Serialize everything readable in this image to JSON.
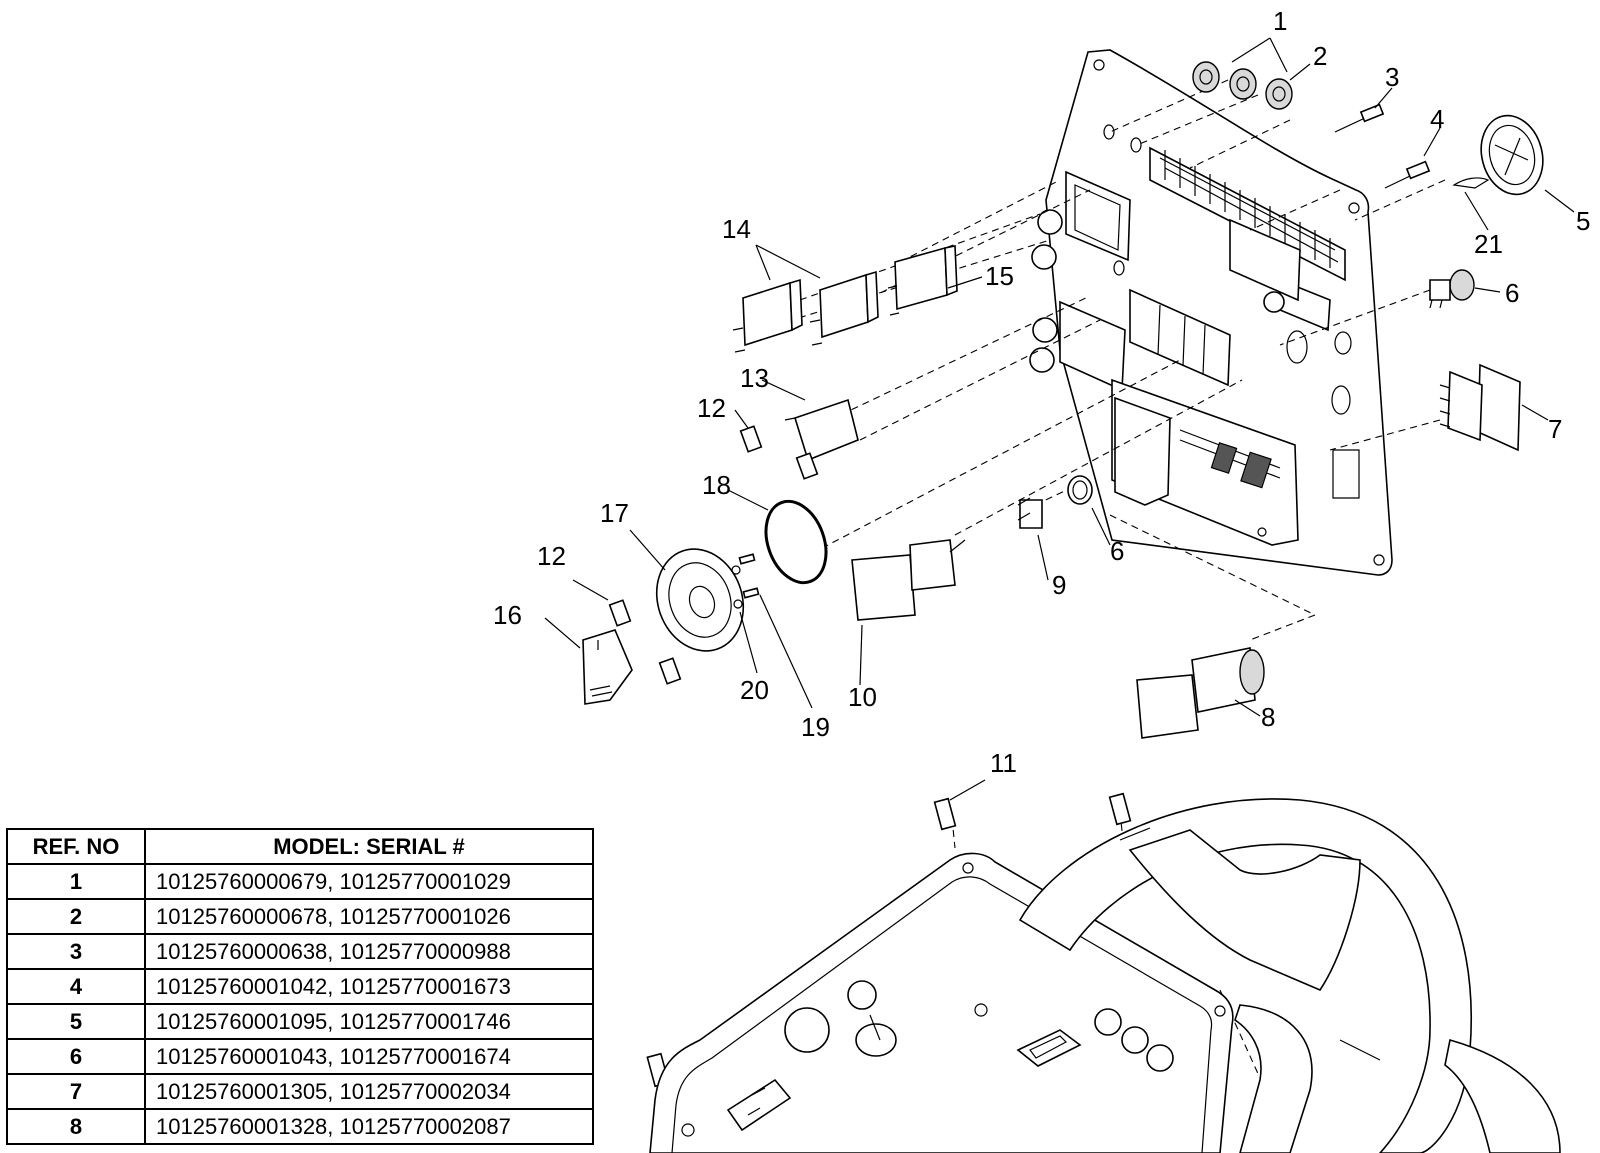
{
  "callouts": {
    "c1": "1",
    "c2": "2",
    "c3": "3",
    "c4": "4",
    "c5": "5",
    "c6a": "6",
    "c6b": "6",
    "c7": "7",
    "c8": "8",
    "c9": "9",
    "c10": "10",
    "c11": "11",
    "c12a": "12",
    "c12b": "12",
    "c13": "13",
    "c14": "14",
    "c15": "15",
    "c16": "16",
    "c17": "17",
    "c18": "18",
    "c19": "19",
    "c20": "20",
    "c21": "21"
  },
  "table": {
    "header_ref": "REF. NO",
    "header_model": "MODEL: SERIAL #",
    "rows": [
      {
        "ref": "1",
        "model": "10125760000679, 10125770001029"
      },
      {
        "ref": "2",
        "model": "10125760000678, 10125770001026"
      },
      {
        "ref": "3",
        "model": "10125760000638, 10125770000988"
      },
      {
        "ref": "4",
        "model": "10125760001042, 10125770001673"
      },
      {
        "ref": "5",
        "model": "10125760001095, 10125770001746"
      },
      {
        "ref": "6",
        "model": "10125760001043, 10125770001674"
      },
      {
        "ref": "7",
        "model": "10125760001305, 10125770002034"
      },
      {
        "ref": "8",
        "model": "10125760001328, 10125770002087"
      }
    ]
  },
  "colors": {
    "ink": "#000000",
    "paper": "#ffffff",
    "shade": "#d9d9d9"
  }
}
